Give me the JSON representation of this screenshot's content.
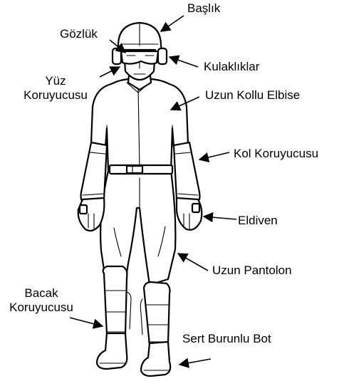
{
  "labels": {
    "baslik": "Başlık",
    "gozluk": "Gözlük",
    "kulakliklar": "Kulaklıklar",
    "yuz_line1": "Yüz",
    "yuz_line2": "Koruyucusu",
    "uzun_kollu": "Uzun Kollu Elbise",
    "kol_koruyucusu": "Kol Koruyucusu",
    "eldiven": "Eldiven",
    "uzun_pantolon": "Uzun Pantolon",
    "bacak_line1": "Bacak",
    "bacak_line2": "Koruyucusu",
    "sert_burunlu_bot": "Sert Burunlu Bot"
  }
}
